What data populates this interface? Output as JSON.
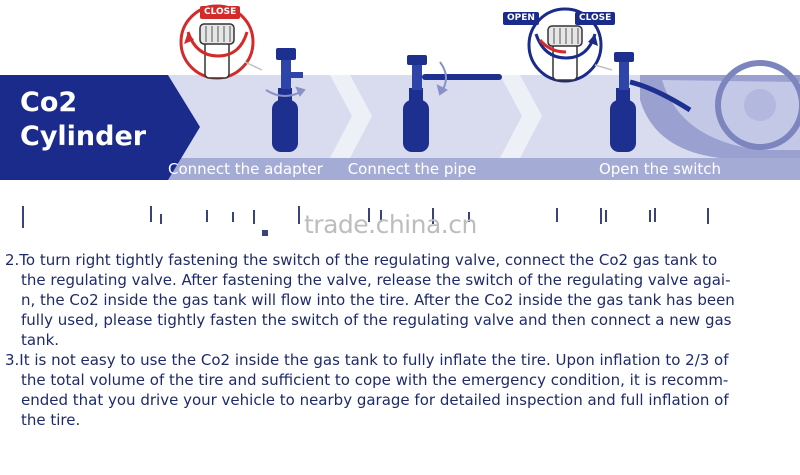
{
  "banner": {
    "title_line1": "Co2",
    "title_line2": "Cylinder",
    "steps": [
      {
        "label": "Connect the adapter"
      },
      {
        "label": "Connect the pipe"
      },
      {
        "label": "Open the switch"
      }
    ],
    "badges": {
      "close_left": "CLOSE",
      "open_right": "OPEN",
      "close_right": "CLOSE"
    },
    "colors": {
      "navy": "#1a2b8c",
      "strip": "#a4acd6",
      "lavender": "#d9dcee",
      "red": "#d32a2a"
    }
  },
  "watermark": "trade.china.cn",
  "instructions": [
    {
      "lines": [
        "2.To turn right tightly fastening the switch of the regulating valve, connect the Co2 gas tank to",
        "the regulating valve. After fastening the valve, release the switch of the regulating valve agai-",
        "n, the Co2 inside the gas tank will flow into the tire. After the Co2 inside the gas tank has been",
        "fully used, please tightly fasten the switch of the regulating valve and then connect a new gas",
        "tank."
      ]
    },
    {
      "lines": [
        "3.It is not easy to use the Co2 inside the gas tank to fully inflate the tire. Upon inflation to 2/3 of",
        "the total volume of the tire and sufficient to cope with the emergency condition, it is recomm-",
        "ended that you drive your vehicle to nearby garage for detailed inspection and full inflation of",
        "the tire."
      ]
    }
  ]
}
